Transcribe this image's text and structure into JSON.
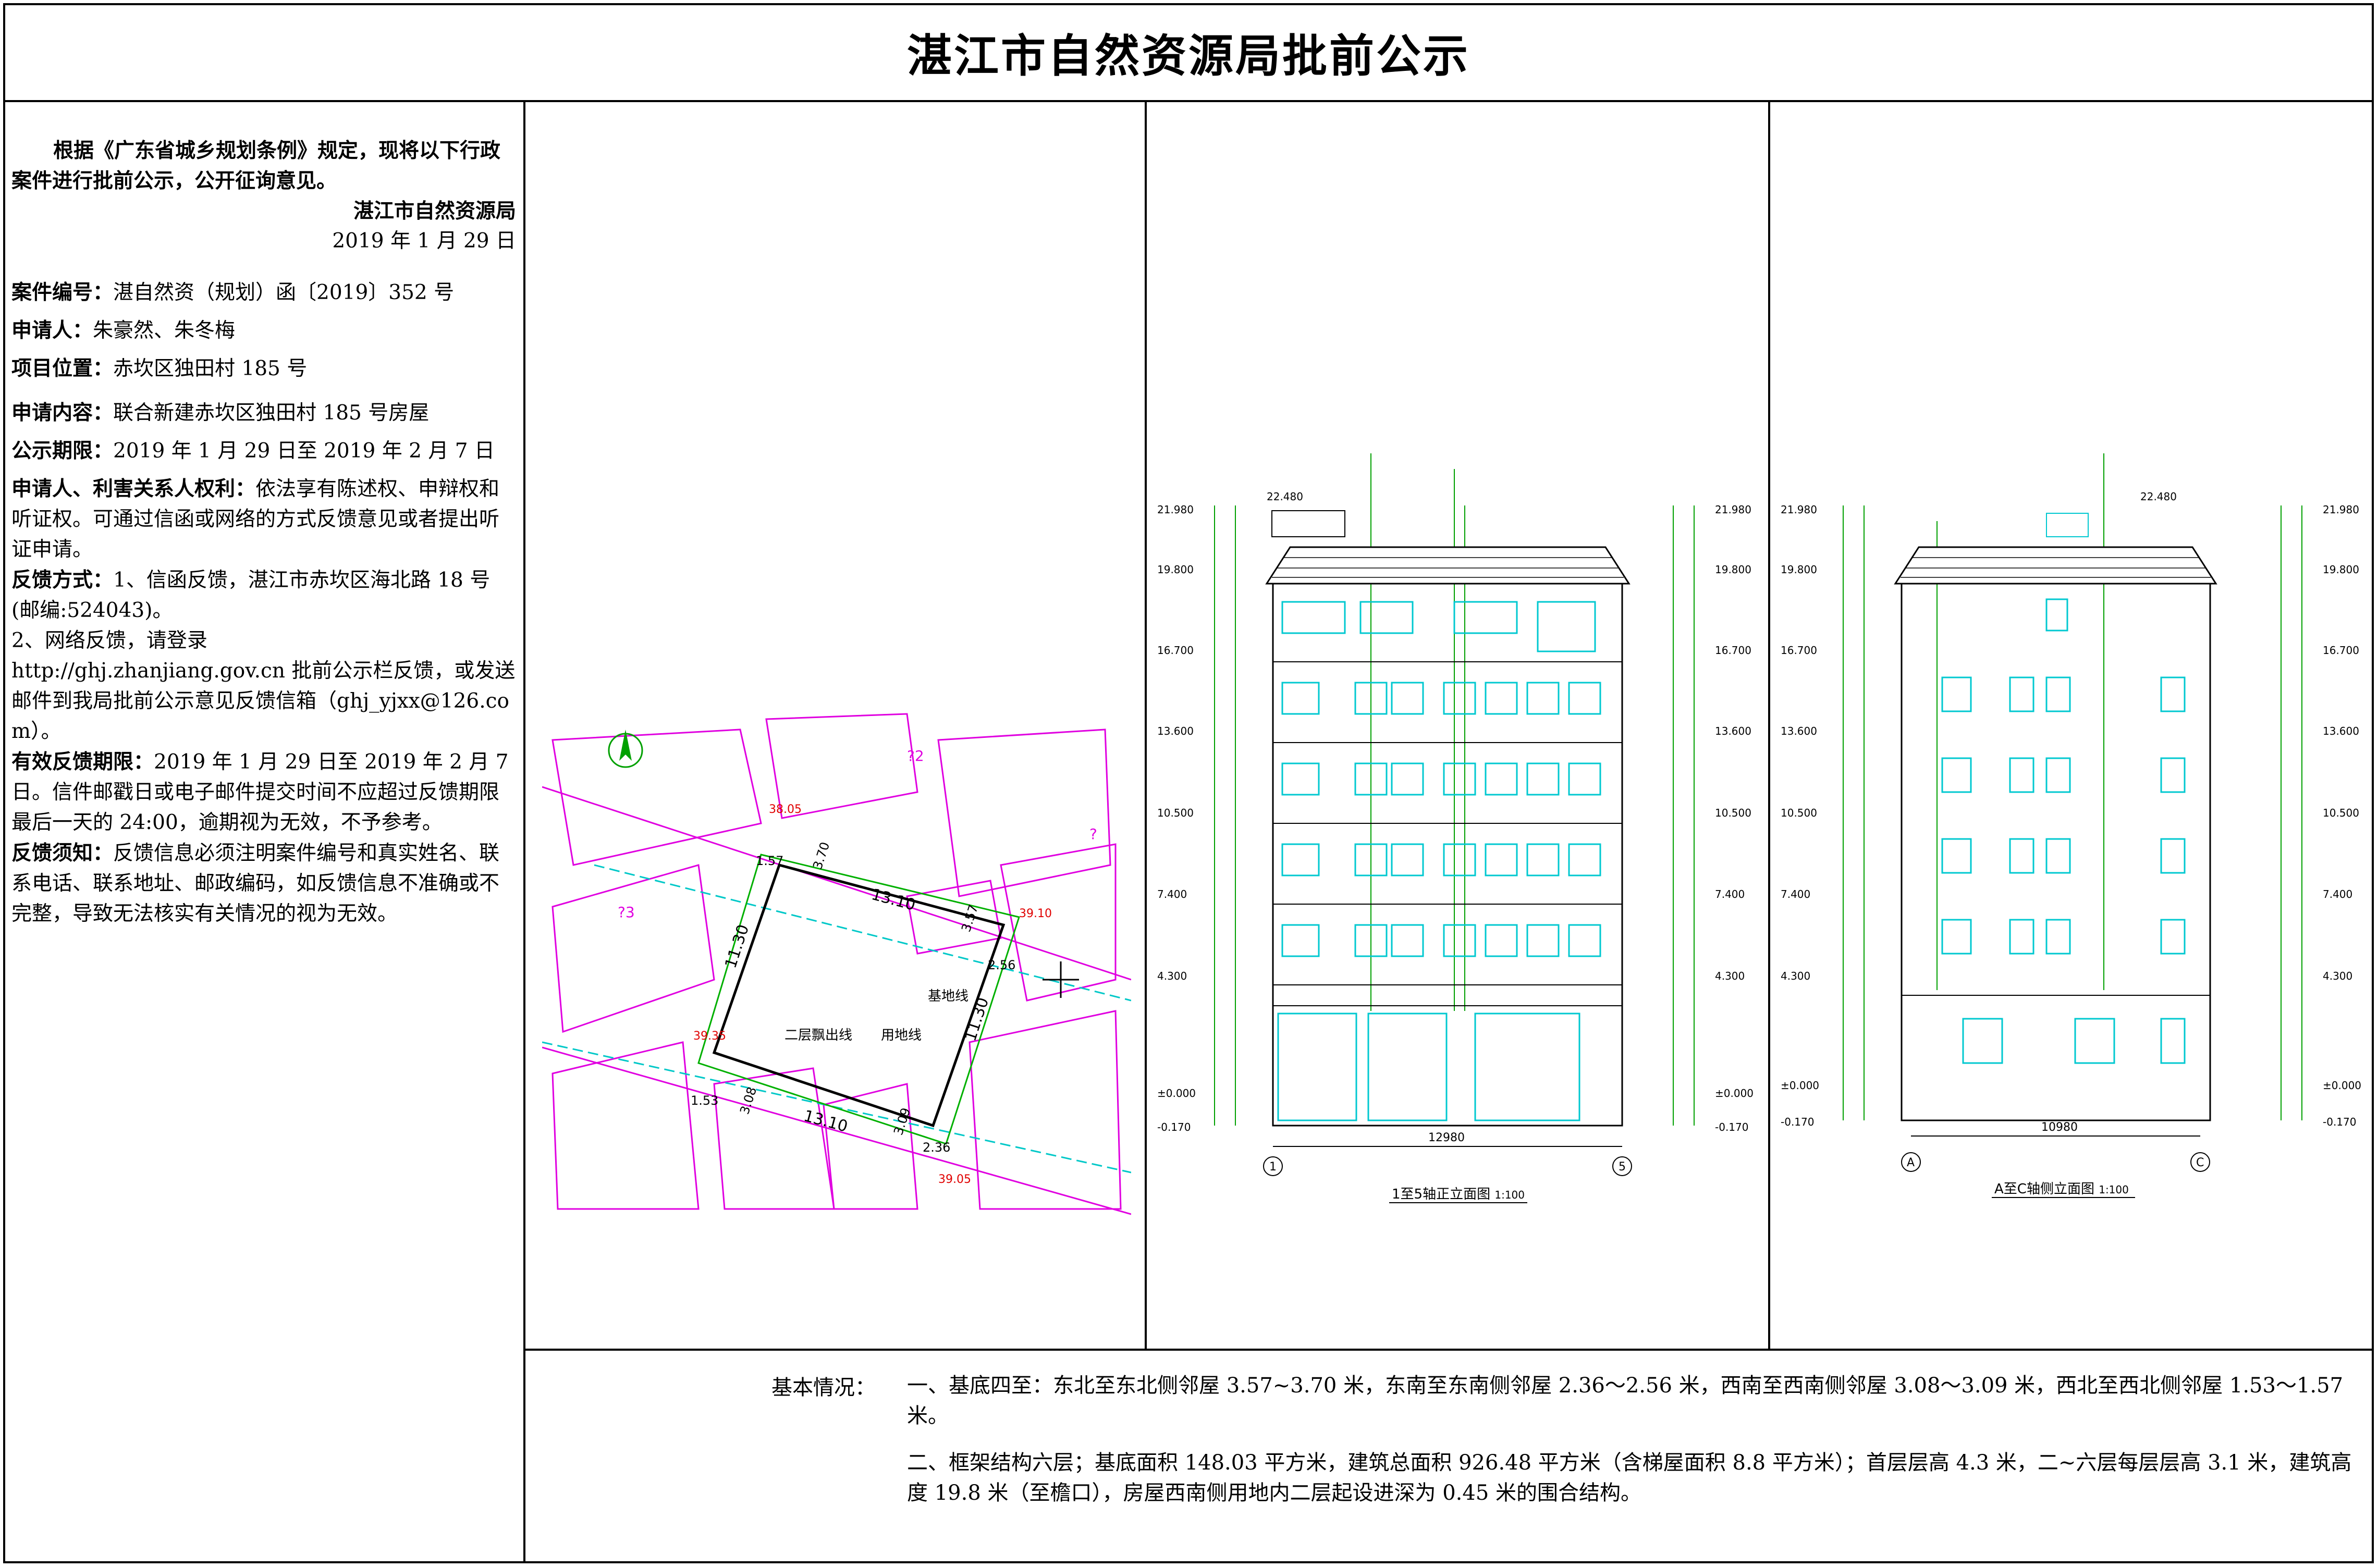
{
  "title": "湛江市自然资源局批前公示",
  "notice": {
    "intro": "根据《广东省城乡规划条例》规定，现将以下行政案件进行批前公示，公开征询意见。",
    "issuer": "湛江市自然资源局",
    "date": "2019 年 1 月 29 日"
  },
  "case": {
    "number_label": "案件编号：",
    "number": "湛自然资（规划）函〔2019〕352 号",
    "applicant_label": "申请人：",
    "applicant": "朱豪然、朱冬梅",
    "location_label": "项目位置：",
    "location": "赤坎区独田村 185 号",
    "content_label": "申请内容：",
    "content": "联合新建赤坎区独田村 185 号房屋",
    "period_label": "公示期限：",
    "period": "2019 年 1 月 29 日至 2019 年 2 月 7 日",
    "rights_label": "申请人、利害关系人权利：",
    "rights": "依法享有陈述权、申辩权和听证权。可通过信函或网络的方式反馈意见或者提出听证申请。",
    "feedback_label": "反馈方式：",
    "feedback_1": "1、信函反馈，湛江市赤坎区海北路 18 号(邮编:524043)。",
    "feedback_2": "2、网络反馈，请登录",
    "feedback_3": "http://ghj.zhanjiang.gov.cn 批前公示栏反馈，或发送邮件到我局批前公示意见反馈信箱（ghj_yjxx@126.com）。",
    "valid_label": "有效反馈期限：",
    "valid": "2019 年 1 月 29 日至 2019 年 2 月 7 日。信件邮戳日或电子邮件提交时间不应超过反馈期限最后一天的 24:00，逾期视为无效，不予参考。",
    "notes_label": "反馈须知：",
    "notes": "反馈信息必须注明案件编号和真实姓名、联系电话、联系地址、邮政编码，如反馈信息不准确或不完整，导致无法核实有关情况的视为无效。"
  },
  "site_plan": {
    "dims": [
      "13.10",
      "13.10",
      "11.30",
      "11.30",
      "3.70",
      "3.57",
      "3.08",
      "3.09",
      "2.56",
      "2.36",
      "1.57",
      "1.53"
    ],
    "labels": [
      "基地线",
      "用地线",
      "二层飘出线",
      "?2",
      "?3",
      "?",
      "38.05",
      "39.10",
      "39.35",
      "39.05"
    ]
  },
  "front_elevation": {
    "caption": "1至5轴正立面图",
    "scale": "1:100",
    "width": "12980",
    "axis_left": "1",
    "axis_right": "5",
    "levels": [
      "22.480",
      "21.980",
      "19.800",
      "16.700",
      "13.600",
      "10.500",
      "7.400",
      "4.300",
      "±0.000",
      "-0.170"
    ]
  },
  "side_elevation": {
    "caption": "A至C轴侧立面图",
    "scale": "1:100",
    "width": "10980",
    "axis_left": "A",
    "axis_right": "C",
    "levels": [
      "22.480",
      "21.980",
      "19.800",
      "16.700",
      "13.600",
      "10.500",
      "7.400",
      "4.300",
      "±0.000",
      "-0.170"
    ]
  },
  "basic": {
    "label": "基本情况：",
    "item1": "一、基底四至：东北至东北侧邻屋 3.57~3.70 米，东南至东南侧邻屋 2.36～2.56 米，西南至西南侧邻屋 3.08～3.09 米，西北至西北侧邻屋 1.53～1.57 米。",
    "item2": "二、框架结构六层；基底面积 148.03 平方米，建筑总面积 926.48 平方米（含梯屋面积 8.8 平方米）；首层层高 4.3 米，二~六层每层层高 3.1 米，建筑高度 19.8 米（至檐口），房屋西南侧用地内二层起设进深为 0.45 米的围合结构。"
  }
}
